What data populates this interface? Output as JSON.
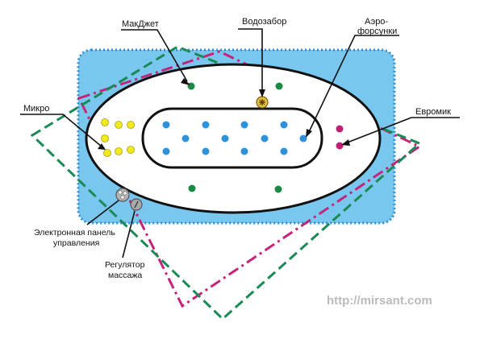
{
  "labels": {
    "makjet": "МакДжет",
    "vodozabor": "Водозабор",
    "aero_line1": "Аэро-",
    "aero_line2": "форсунки",
    "mikro": "Микро",
    "evromik": "Евромик",
    "panel_line1": "Электронная панель",
    "panel_line2": "управления",
    "regulator_line1": "Регулятор",
    "regulator_line2": "массажа"
  },
  "watermark": "http://mirsant.com",
  "colors": {
    "blue_area": "#79c6ee",
    "blue_border": "#2f8ed8",
    "green_dash": "#1a8a55",
    "magenta_dash": "#c8237a",
    "green_dot": "#1a8a45",
    "blue_dot": "#2f92d8",
    "yellow_dot": "#f2ea1c",
    "magenta_dot": "#c01f78",
    "outline": "#111111",
    "watermark": "#bbbbbb"
  }
}
